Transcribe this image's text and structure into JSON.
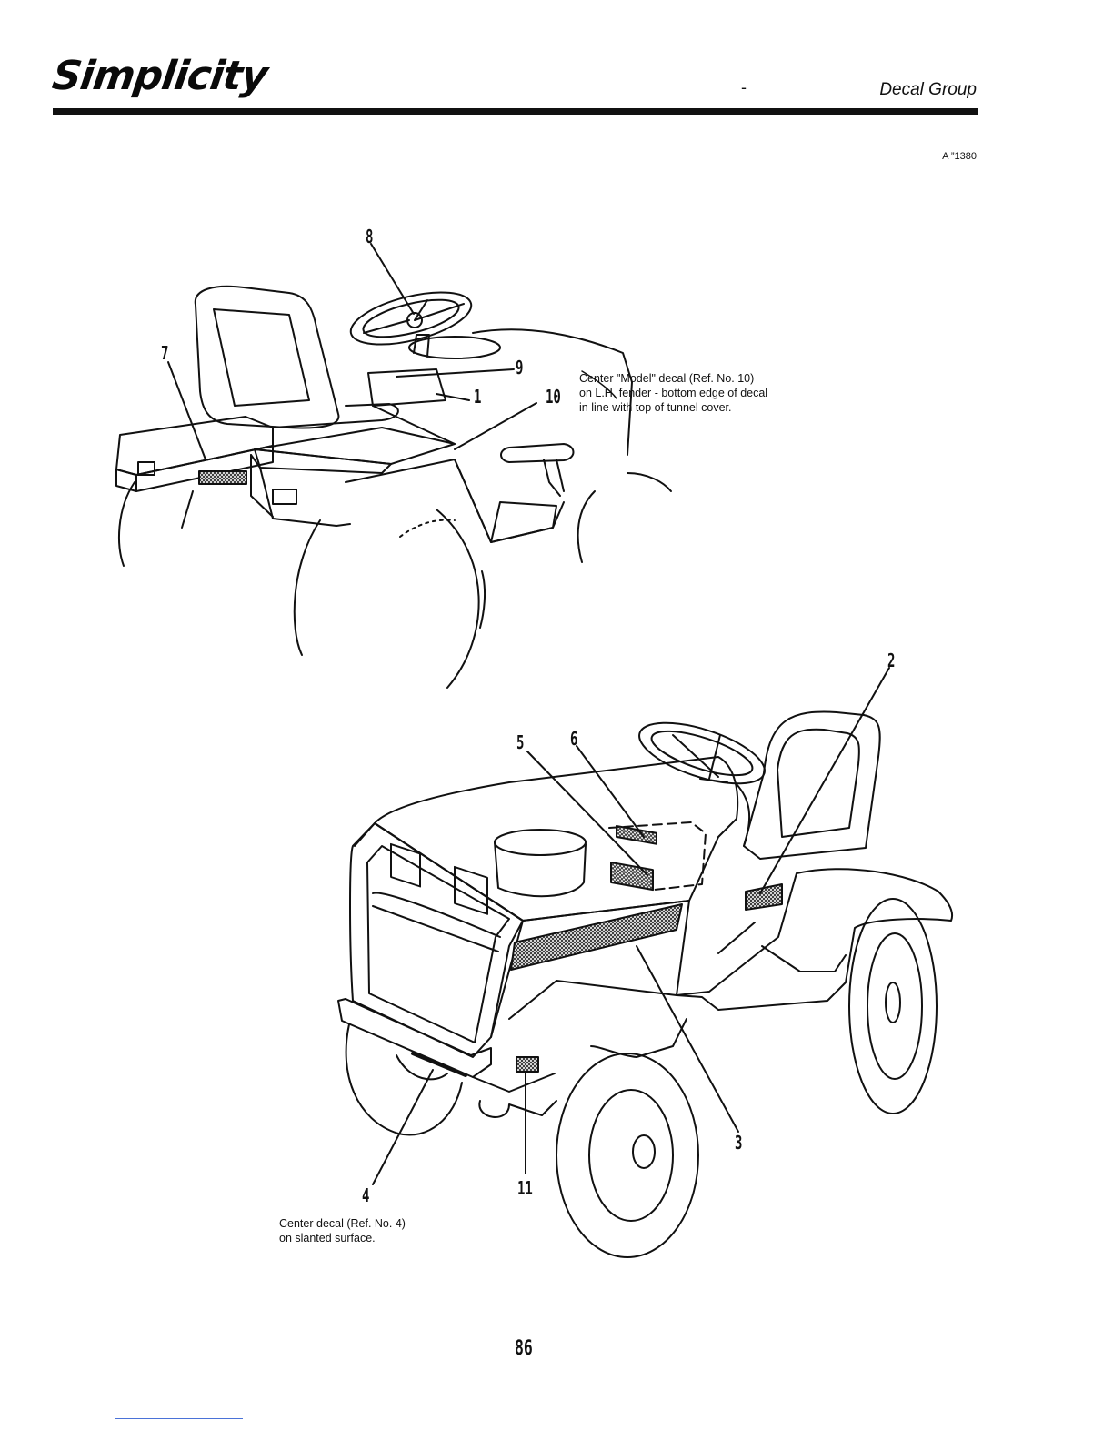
{
  "header": {
    "brand": "Simplicity",
    "dash": "-",
    "section_title": "Decal Group"
  },
  "figure_id": "A ”1380",
  "callouts": {
    "c1": "1",
    "c2": "2",
    "c3": "3",
    "c4": "4",
    "c5": "5",
    "c6": "6",
    "c7": "7",
    "c8": "8",
    "c9": "9",
    "c10": "10",
    "c11": "11"
  },
  "notes": {
    "model_decal": [
      "Center \"Model\" decal (Ref. No. 10)",
      "on L.H. fender - bottom edge of decal",
      "in line with top of tunnel cover."
    ],
    "center_decal": [
      "Center decal (Ref. No. 4)",
      "on slanted surface."
    ]
  },
  "page_number": "86",
  "colors": {
    "ink": "#111111",
    "link_line": "#4a72d8"
  }
}
